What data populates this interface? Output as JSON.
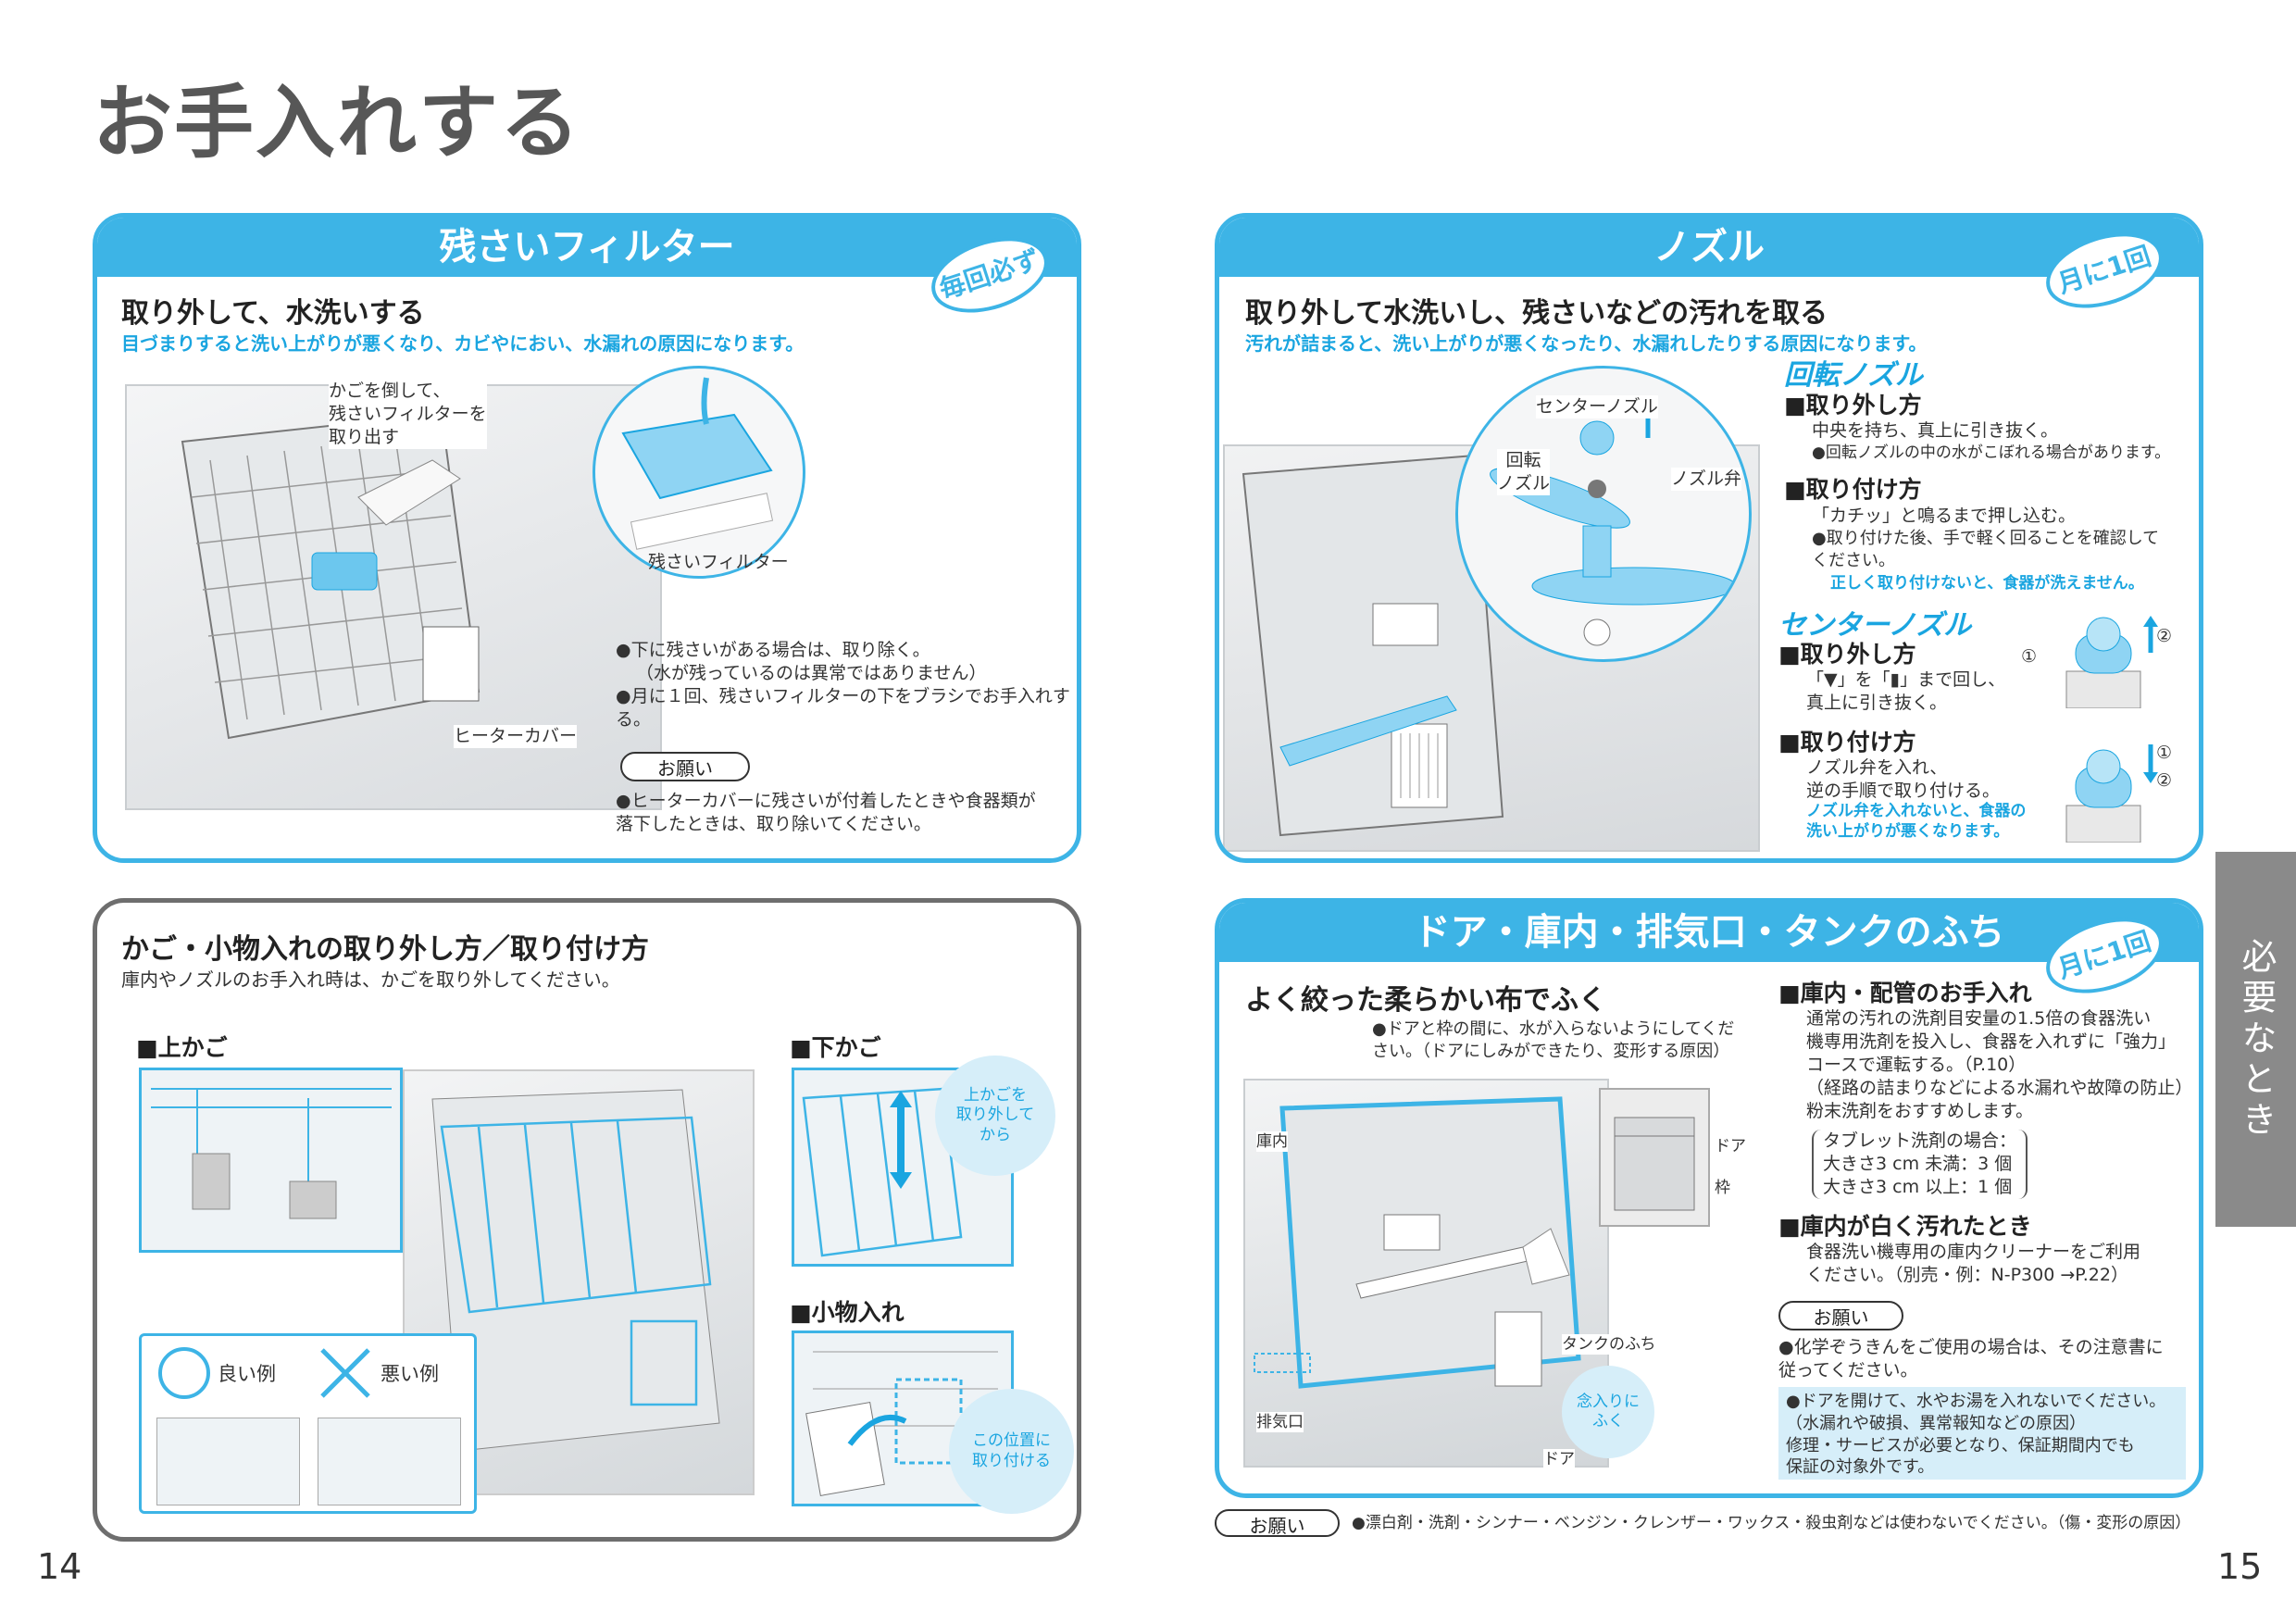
{
  "page_title": "お手入れする",
  "side_tab": "必要なとき",
  "page_left": "14",
  "page_right": "15",
  "filter": {
    "header": "残さいフィルター",
    "badge": "毎回必ず",
    "heading": "取り外して、水洗いする",
    "subtitle": "目づまりすると洗い上がりが悪くなり、カビやにおい、水漏れの原因になります。",
    "callout_remove": "かごを倒して、\n残さいフィルターを\n取り出す",
    "label_filter": "残さいフィルター",
    "label_heater": "ヒーターカバー",
    "note1": "●下に残さいがある場合は、取り除く。",
    "note1b": "（水が残っているのは異常ではありません）",
    "note2": "●月に１回、残さいフィルターの下をブラシでお手入れする。",
    "request_label": "お願い",
    "request_text": "●ヒーターカバーに残さいが付着したときや食器類が\n落下したときは、取り除いてください。"
  },
  "nozzle": {
    "header": "ノズル",
    "badge": "月に1回",
    "heading": "取り外して水洗いし、残さいなどの汚れを取る",
    "subtitle": "汚れが詰まると、洗い上がりが悪くなったり、水漏れしたりする原因になります。",
    "label_center": "センターノズル",
    "label_rotary": "回転\nノズル",
    "label_valve": "ノズル弁",
    "rotary_title": "回転ノズル",
    "rotary_remove_h": "■取り外し方",
    "rotary_remove_t": "中央を持ち、真上に引き抜く。",
    "rotary_remove_n": "●回転ノズルの中の水がこぼれる場合があります。",
    "rotary_attach_h": "■取り付け方",
    "rotary_attach_t": "「カチッ」と鳴るまで押し込む。",
    "rotary_attach_n": "●取り付けた後、手で軽く回ることを確認して\nください。",
    "rotary_attach_w": "正しく取り付けないと、食器が洗えません。",
    "center_title": "センターノズル",
    "center_remove_h": "■取り外し方",
    "center_remove_t": "「▼」を「▮」まで回し、\n真上に引き抜く。",
    "center_attach_h": "■取り付け方",
    "center_attach_t": "ノズル弁を入れ、\n逆の手順で取り付ける。",
    "center_attach_w": "ノズル弁を入れないと、食器の\n洗い上がりが悪くなります。",
    "num1": "①",
    "num2": "②"
  },
  "basket": {
    "heading": "かご・小物入れの取り外し方／取り付け方",
    "subtitle": "庫内やノズルのお手入れ時は、かごを取り外してください。",
    "upper": "■上かご",
    "lower": "■下かご",
    "small": "■小物入れ",
    "callout_lift": "上かごを\n取り外して\nから",
    "callout_pos": "この位置に\n取り付ける",
    "good": "良い例",
    "bad": "悪い例"
  },
  "door": {
    "header": "ドア・庫内・排気口・タンクのふち",
    "badge": "月に1回",
    "heading": "よく絞った柔らかい布でふく",
    "note": "●ドアと枠の間に、水が入らないようにしてくだ\nさい。（ドアにしみができたり、変形する原因）",
    "label_inside": "庫内",
    "label_door": "ドア",
    "label_frame": "枠",
    "label_tank": "タンクのふち",
    "label_exhaust": "排気口",
    "label_door2": "ドア",
    "callout_care": "念入りに\nふく",
    "pipe_h": "■庫内・配管のお手入れ",
    "pipe_t": "通常の汚れの洗剤目安量の1.5倍の食器洗い\n機専用洗剤を投入し、食器を入れずに「強力」\nコースで運転する。（P.10）\n（経路の詰まりなどによる水漏れや故障の防止）\n粉末洗剤をおすすめします。",
    "tablet": "タブレット洗剤の場合：\n大きさ3 cm 未満：3 個\n大きさ3 cm 以上：1 個",
    "white_h": "■庫内が白く汚れたとき",
    "white_t": "食器洗い機専用の庫内クリーナーをご利用\nください。（別売・例：N-P300 →P.22）",
    "request_label": "お願い",
    "request_text": "●化学ぞうきんをご使用の場合は、その注意書に\n従ってください。",
    "warn": "●ドアを開けて、水やお湯を入れないでください。\n（水漏れや破損、異常報知などの原因）\n修理・サービスが必要となり、保証期間内でも\n保証の対象外です。"
  },
  "bottom": {
    "label": "お願い",
    "text": "●漂白剤・洗剤・シンナー・ベンジン・クレンザー・ワックス・殺虫剤などは使わないでください。（傷・変形の原因）"
  }
}
